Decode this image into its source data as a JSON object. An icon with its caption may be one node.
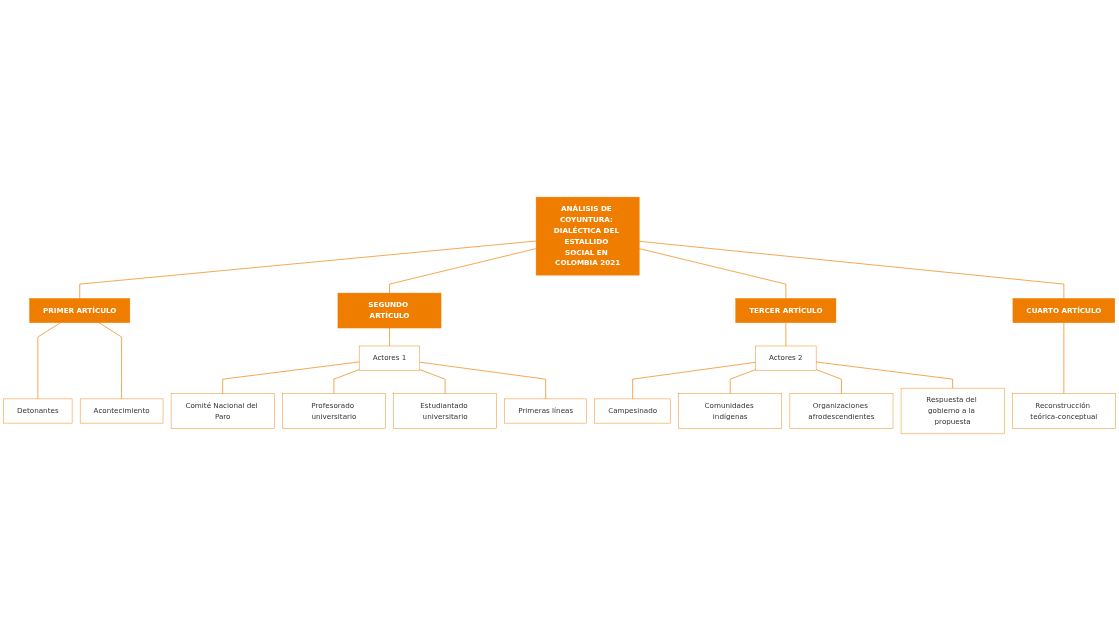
{
  "diagram": {
    "nodes": [
      {
        "text": [
          "ANÁLISIS DE COYUNTURA: DIALÉCTICA DEL ESTALLIDO SOCIAL EN COLOMBIA 2021"
        ]
      },
      {
        "text": [
          "PRIMER ARTÍCULO"
        ]
      },
      {
        "text": [
          "Detonantes"
        ]
      },
      {
        "text": [
          "Acontecimiento"
        ]
      },
      {
        "text": [
          "SEGUNDO ARTÍCULO"
        ]
      },
      {
        "text": [
          "Actores 1"
        ]
      },
      {
        "text": [
          "Comité Nacional del Paro"
        ]
      },
      {
        "text": [
          "Profesorado universitario"
        ]
      },
      {
        "text": [
          "Estudiantado universitario"
        ]
      },
      {
        "text": [
          "Primeras líneas"
        ]
      },
      {
        "text": [
          "TERCER ARTÍCULO"
        ]
      },
      {
        "text": [
          "Actores 2"
        ]
      },
      {
        "text": [
          "Campesinado"
        ]
      },
      {
        "text": [
          "Comunidades indígenas"
        ]
      },
      {
        "text": [
          "Organizaciones afrodescendientes"
        ]
      },
      {
        "text": [
          "Respuesta del gobierno a la propuesta"
        ]
      },
      {
        "text": [
          "CUARTO ARTÍCULO"
        ]
      },
      {
        "text": [
          "Reconstrucción teórica-conceptual"
        ]
      }
    ],
    "edges": [
      {
        "from": 0,
        "to": 1,
        "arrow": "none"
      },
      {
        "from": 0,
        "to": 4,
        "arrow": "none"
      },
      {
        "from": 0,
        "to": 10,
        "arrow": "none"
      },
      {
        "from": 0,
        "to": 16,
        "arrow": "none"
      },
      {
        "from": 1,
        "to": 2,
        "arrow": "none"
      },
      {
        "from": 1,
        "to": 3,
        "arrow": "none"
      },
      {
        "from": 4,
        "to": 5,
        "arrow": "none"
      },
      {
        "from": 5,
        "to": 6,
        "arrow": "none"
      },
      {
        "from": 5,
        "to": 7,
        "arrow": "none"
      },
      {
        "from": 5,
        "to": 8,
        "arrow": "none"
      },
      {
        "from": 5,
        "to": 9,
        "arrow": "none"
      },
      {
        "from": 10,
        "to": 11,
        "arrow": "none"
      },
      {
        "from": 11,
        "to": 12,
        "arrow": "none"
      },
      {
        "from": 11,
        "to": 13,
        "arrow": "none"
      },
      {
        "from": 11,
        "to": 14,
        "arrow": "none"
      },
      {
        "from": 11,
        "to": 15,
        "arrow": "none"
      },
      {
        "from": 16,
        "to": 17,
        "arrow": "none"
      }
    ]
  }
}
